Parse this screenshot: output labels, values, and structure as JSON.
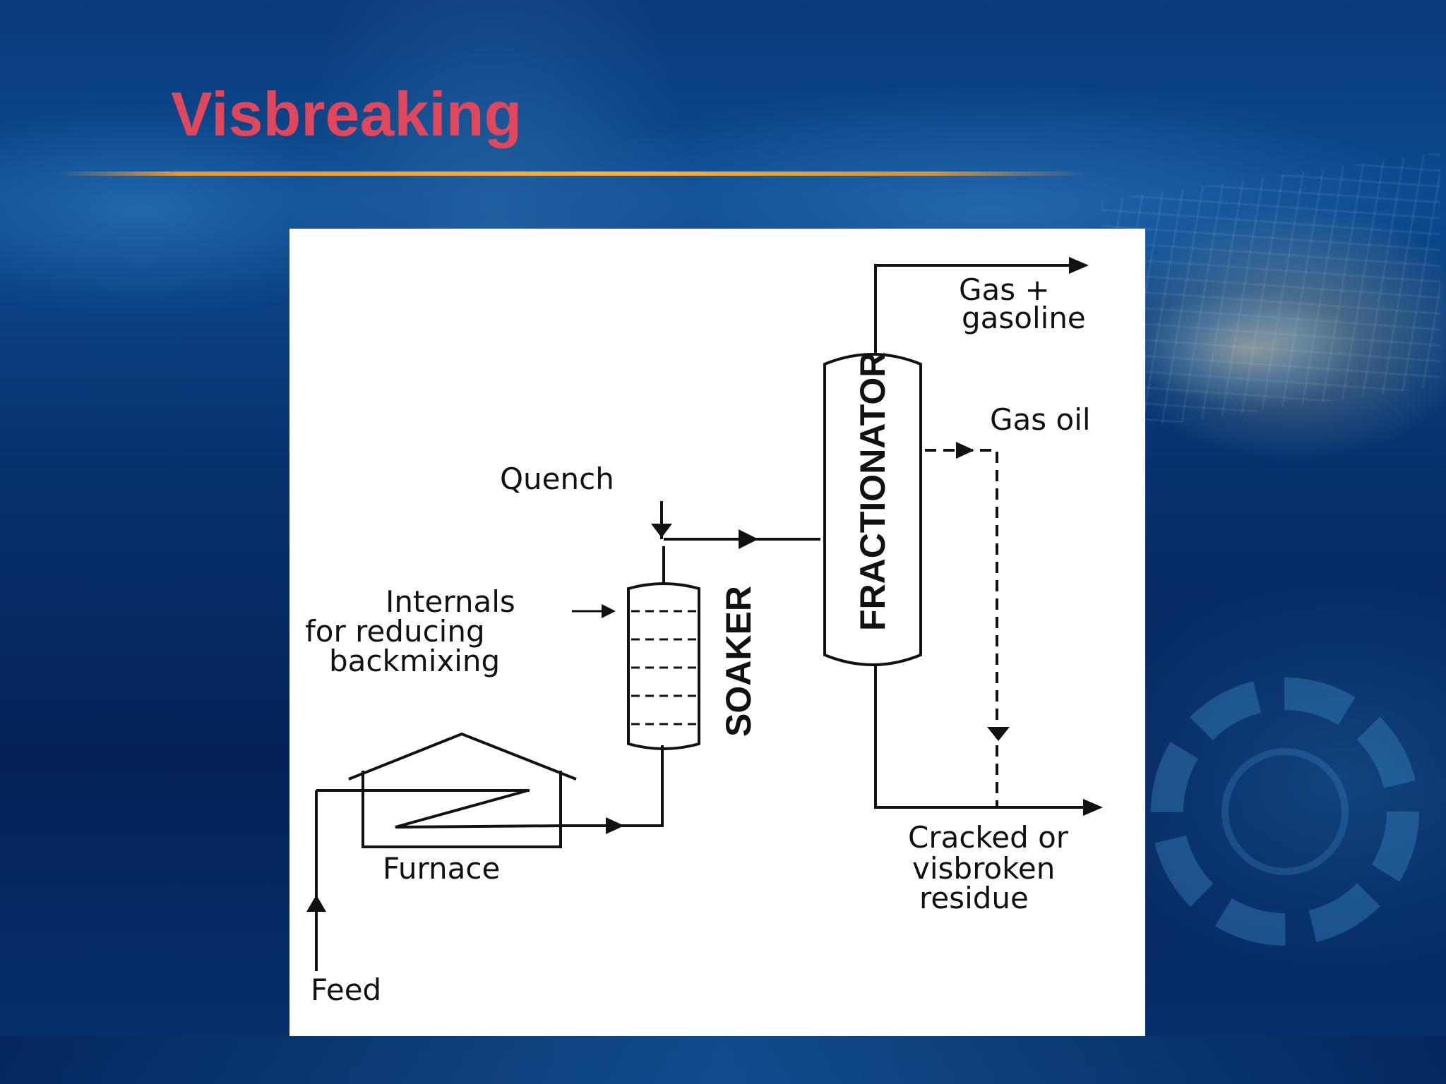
{
  "slide": {
    "title": "Visbreaking"
  },
  "diagram": {
    "labels": {
      "gas_gasoline_line1": "Gas +",
      "gas_gasoline_line2": "gasoline",
      "gas_oil": "Gas oil",
      "quench": "Quench",
      "internals_line1": "Internals",
      "internals_line2": "for reducing",
      "internals_line3": "backmixing",
      "soaker": "SOAKER",
      "fractionator": "FRACTIONATOR",
      "furnace": "Furnace",
      "feed": "Feed",
      "residue_line1": "Cracked or",
      "residue_line2": "visbroken",
      "residue_line3": "residue"
    }
  }
}
